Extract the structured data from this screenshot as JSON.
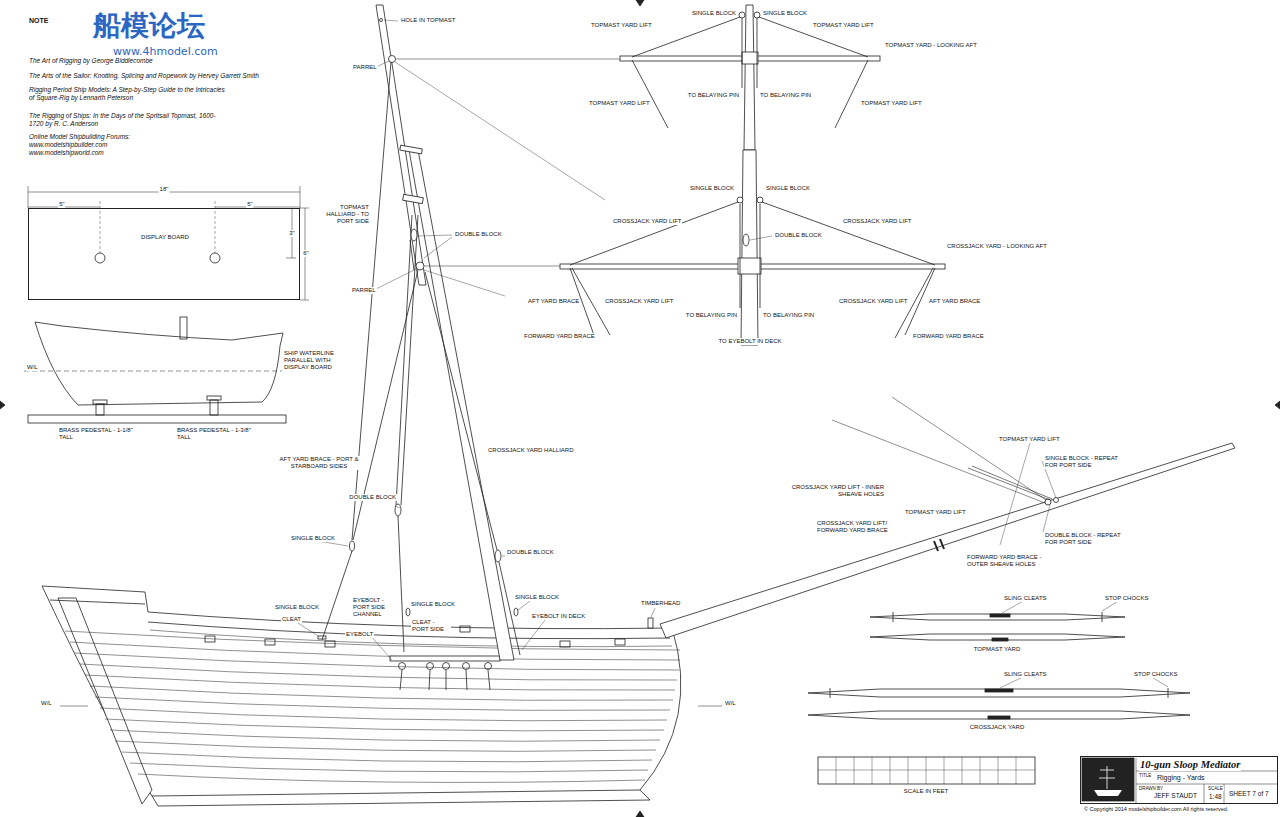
{
  "diagram": {
    "nodes": [
      {
        "text": [
          "DISPLAY BOARD"
        ]
      },
      {
        "text": [
          "10-gun Sloop Mediator",
          "TITLE",
          "Rigging - Yards",
          "DRAWN BY",
          "JEFF STAUDT",
          "SCALE",
          "1:48",
          "SHEET 7 of 7"
        ]
      }
    ],
    "labels": [
      "船模论坛",
      "www.4hmodel.com",
      "NOTE",
      "The Art of Rigging by George Biddlecombe",
      "The Arts of the Sailor: Knotting, Splicing and Ropework by Hervey Garrett Smith",
      "Rigging Period Ship Models: A Step-by-Step Guide to the Intricacies of Square-Rig by Lennarth Peterson",
      "The Rigging of Ships: In the Days of the Spritsail Topmast, 1600-1720 by R. C. Anderson",
      "Online Model Shipbuilding Forums:",
      "www.modelshipbuilder.com",
      "www.modelshipworld.com",
      "18\"",
      "5\"",
      "5\"",
      "3\"",
      "6\"",
      "W/L",
      "SHIP WATERLINE PARALLEL WITH DISPLAY BOARD",
      "BRASS PEDESTAL - 1-1/8\" TALL",
      "BRASS PEDESTAL - 1-3/8\" TALL",
      "HOLE IN TOPMAST",
      "PARREL",
      "TOPMAST HALLIARD - TO PORT SIDE",
      "DOUBLE BLOCK",
      "PARREL",
      "CROSSJACK YARD HALLIARD",
      "AFT YARD BRACE - PORT & STARBOARD SIDES",
      "SINGLE BLOCK",
      "DOUBLE BLOCK",
      "DOUBLE BLOCK",
      "SINGLE BLOCK",
      "CLEAT",
      "EYEBOLT",
      "EYEBOLT - PORT SIDE CHANNEL",
      "SINGLE BLOCK",
      "CLEAT - PORT SIDE",
      "SINGLE BLOCK",
      "EYEBOLT IN DECK",
      "TIMBERHEAD",
      "W/L",
      "W/L",
      "SINGLE BLOCK",
      "SINGLE BLOCK",
      "TOPMAST YARD LIFT",
      "TOPMAST YARD LIFT",
      "TOPMAST YARD - LOOKING AFT",
      "TOPMAST YARD LIFT",
      "TOPMAST YARD LIFT",
      "TO BELAYING PIN",
      "TO BELAYING PIN",
      "SINGLE BLOCK",
      "SINGLE BLOCK",
      "DOUBLE BLOCK",
      "CROSSJACK YARD LIFT",
      "CROSSJACK YARD LIFT",
      "CROSSJACK YARD - LOOKING AFT",
      "AFT YARD BRACE",
      "CROSSJACK YARD LIFT",
      "CROSSJACK YARD LIFT",
      "AFT YARD BRACE",
      "FORWARD YARD BRACE",
      "FORWARD YARD BRACE",
      "TO BELAYING PIN",
      "TO BELAYING PIN",
      "TO EYEBOLT IN DECK",
      "TOPMAST YARD LIFT",
      "SINGLE BLOCK - REPEAT FOR PORT SIDE",
      "CROSSJACK YARD LIFT - INNER SHEAVE HOLES",
      "TOPMAST YARD LIFT",
      "CROSSJACK YARD LIFT/ FORWARD YARD BRACE",
      "DOUBLE BLOCK - REPEAT FOR PORT SIDE",
      "FORWARD YARD BRACE - OUTER SHEAVE HOLES",
      "SLING CLEATS",
      "STOP CHOCKS",
      "TOPMAST YARD",
      "SLING CLEATS",
      "STOP CHOCKS",
      "CROSSJACK YARD",
      "SCALE IN FEET",
      "© Copyright 2014 modelshipbuilder.com All rights reserved."
    ]
  }
}
